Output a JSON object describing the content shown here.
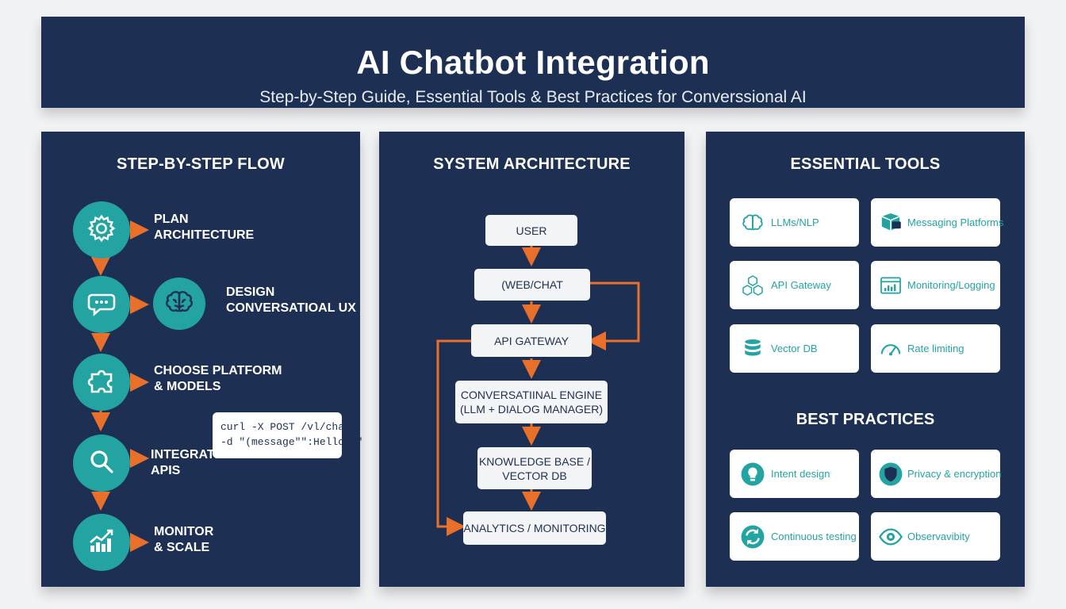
{
  "header": {
    "title": "AI Chatbot Integration",
    "subtitle": "Step-by-Step Guide, Essential Tools & Best Practices for Converssional AI"
  },
  "flow": {
    "title": "STEP-BY-STEP FLOW",
    "steps": [
      {
        "label": "PLAN\nARCHITECTURE",
        "icon": "gear-icon"
      },
      {
        "label": "DESIGN\nCONVERSATIOAL UX",
        "icon": "chat-bubble-icon",
        "extra_icon": "brain-icon"
      },
      {
        "label": "CHOOSE PLATFORM\n& MODELS",
        "icon": "puzzle-icon"
      },
      {
        "label": "INTEGRATE\nAPIS",
        "icon": "magnifier-icon"
      },
      {
        "label": "MONITOR\n& SCALE",
        "icon": "chart-growth-icon"
      }
    ],
    "code_snippet": [
      "curl -X POST /vl/chat",
      "-d \"(message\"\":Hello\")\""
    ]
  },
  "architecture": {
    "title": "SYSTEM ARCHITECTURE",
    "nodes": [
      {
        "lines": [
          "USER"
        ]
      },
      {
        "lines": [
          "(WEB/CHAT"
        ]
      },
      {
        "lines": [
          "API GATEWAY"
        ]
      },
      {
        "lines": [
          "CONVERSATIINAL ENGINE",
          "(LLM + DIALOG MANAGER)"
        ]
      },
      {
        "lines": [
          "KNOWLEDGE BASE /",
          "VECTOR DB"
        ]
      },
      {
        "lines": [
          "ANALYTICS / MONITORING"
        ]
      }
    ]
  },
  "tools": {
    "title": "ESSENTIAL TOOLS",
    "items": [
      {
        "label": "LLMs/NLP",
        "icon": "brain-icon"
      },
      {
        "label": "Messaging Platforms",
        "icon": "message-box-icon"
      },
      {
        "label": "API Gateway",
        "icon": "cubes-icon"
      },
      {
        "label": "Monitoring/Logging",
        "icon": "dashboard-icon"
      },
      {
        "label": "Vector DB",
        "icon": "database-icon"
      },
      {
        "label": "Rate limiting",
        "icon": "gauge-icon"
      }
    ]
  },
  "practices": {
    "title": "BEST PRACTICES",
    "items": [
      {
        "label": "Intent design",
        "icon": "lightbulb-icon"
      },
      {
        "label": "Privacy & encryption",
        "icon": "shield-icon"
      },
      {
        "label": "Continuous testing",
        "icon": "refresh-icon"
      },
      {
        "label": "Observavibity",
        "icon": "eye-icon"
      }
    ]
  },
  "colors": {
    "navy": "#1d2f52",
    "teal": "#24a3a3",
    "orange": "#e8702a",
    "card": "#ffffff",
    "background": "#f1f2f4"
  }
}
